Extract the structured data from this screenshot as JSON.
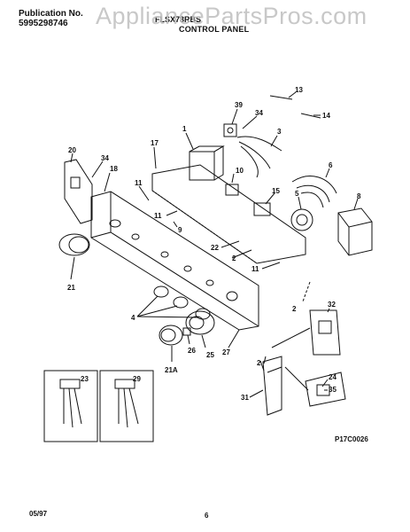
{
  "header": {
    "publication_label": "Publication No.",
    "publication_number": "5995298746",
    "model": "FLSX73RBS",
    "section_title": "CONTROL PANEL"
  },
  "watermark": "AppliancePartsPros.com",
  "figure_code": "P17C0026",
  "footer": {
    "date": "05/97",
    "page": "6"
  },
  "callouts": [
    "1",
    "2",
    "2",
    "2",
    "3",
    "4",
    "5",
    "6",
    "8",
    "9",
    "10",
    "11",
    "11",
    "11",
    "13",
    "14",
    "15",
    "17",
    "18",
    "20",
    "21",
    "21A",
    "22",
    "23",
    "24",
    "25",
    "26",
    "27",
    "29",
    "31",
    "32",
    "34",
    "34",
    "35",
    "39"
  ]
}
